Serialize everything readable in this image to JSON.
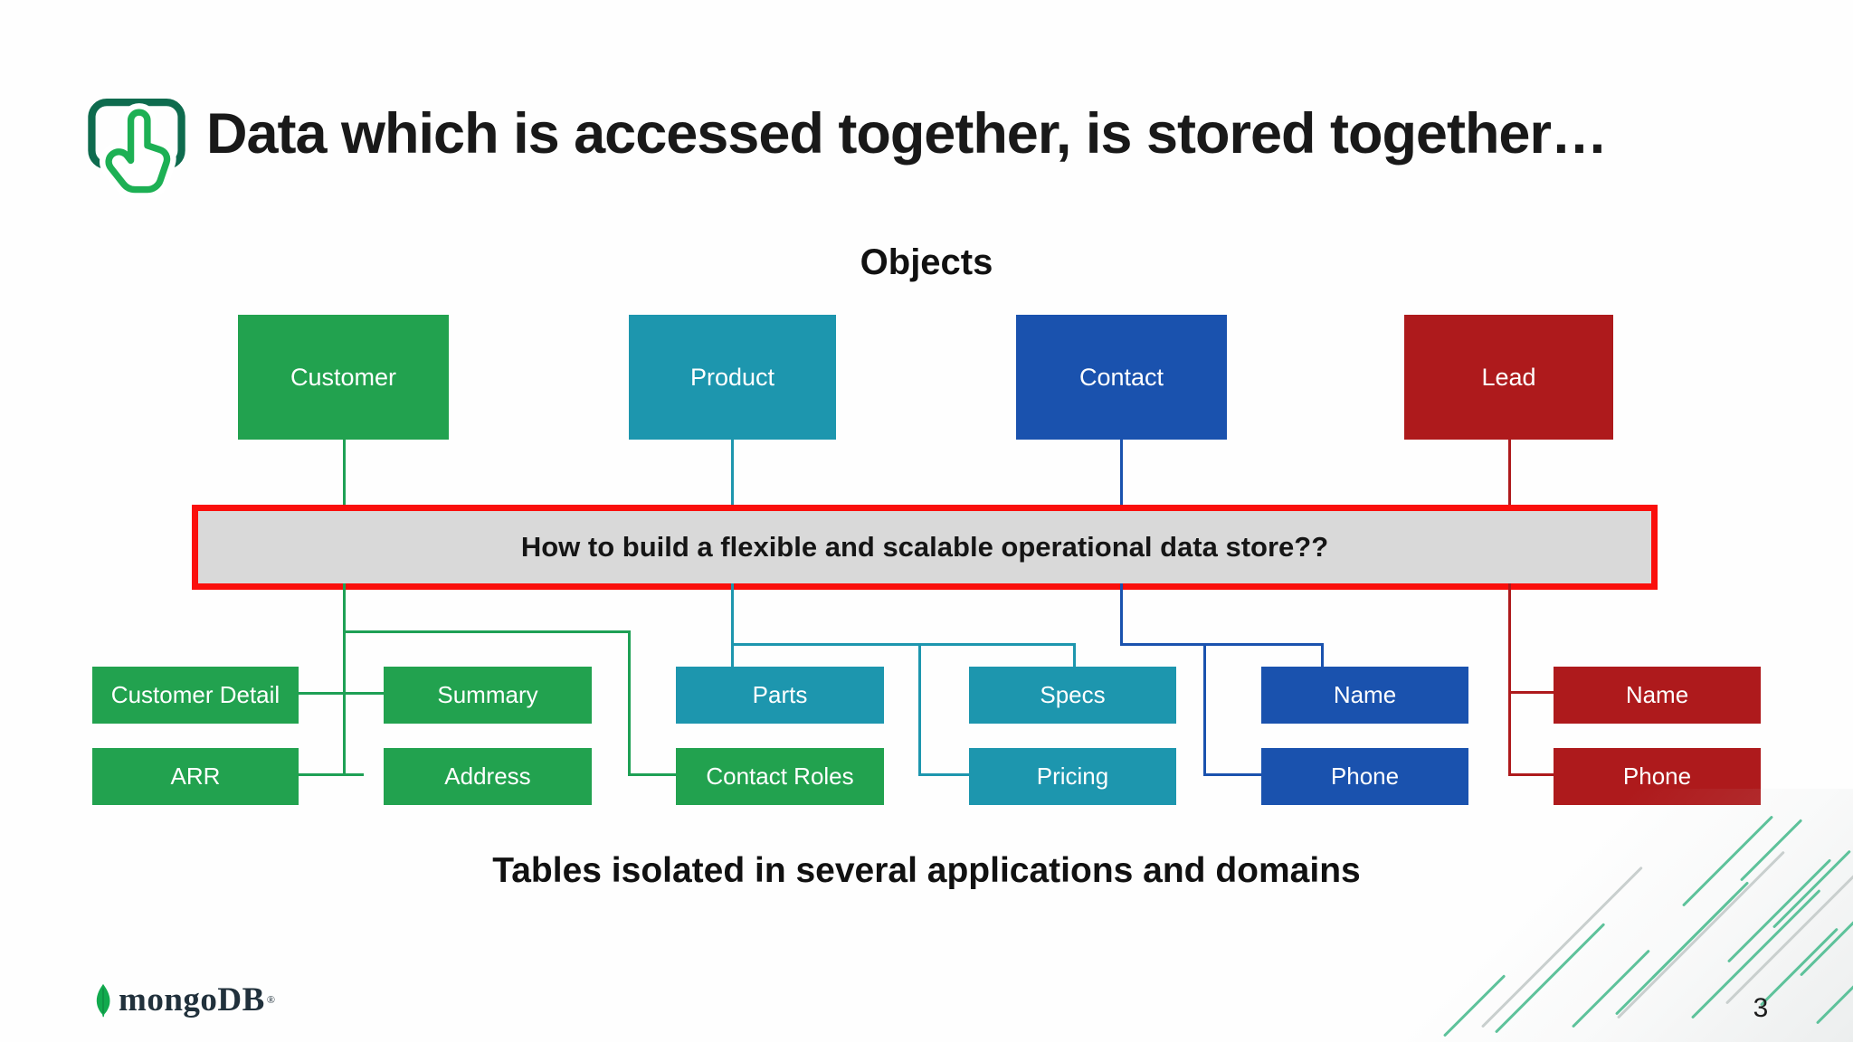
{
  "slide": {
    "title": "Data which is accessed together, is stored together…",
    "section_top_label": "Objects",
    "question_banner": "How to build a flexible and scalable operational data store??",
    "section_bottom_label": "Tables isolated in several applications and domains",
    "page_number": "3"
  },
  "logo": {
    "wordmark": "mongoDB",
    "registered_mark": "®"
  },
  "icons": {
    "header_icon": "touch-click-icon",
    "logo_leaf": "mongodb-leaf-icon"
  },
  "colors": {
    "green": "#22a24f",
    "teal": "#1d96ae",
    "blue": "#1a52ae",
    "dark_red": "#ae1a1c",
    "banner_fill": "#d9d9d9",
    "banner_border": "#fa0f0c",
    "connector_green": "#1ea055",
    "decor_teal": "#5ec29b",
    "decor_gray": "#c9cfce"
  },
  "objects": [
    {
      "label": "Customer",
      "color": "#22a24f"
    },
    {
      "label": "Product",
      "color": "#1d96ae"
    },
    {
      "label": "Contact",
      "color": "#1a52ae"
    },
    {
      "label": "Lead",
      "color": "#ae1a1c"
    }
  ],
  "tables": [
    {
      "label": "Customer Detail",
      "color": "#22a24f"
    },
    {
      "label": "ARR",
      "color": "#22a24f"
    },
    {
      "label": "Summary",
      "color": "#22a24f"
    },
    {
      "label": "Address",
      "color": "#22a24f"
    },
    {
      "label": "Parts",
      "color": "#1d96ae"
    },
    {
      "label": "Contact Roles",
      "color": "#22a24f"
    },
    {
      "label": "Specs",
      "color": "#1d96ae"
    },
    {
      "label": "Pricing",
      "color": "#1d96ae"
    },
    {
      "label": "Name",
      "color": "#1a52ae"
    },
    {
      "label": "Phone",
      "color": "#1a52ae"
    },
    {
      "label": "Name",
      "color": "#ae1a1c"
    },
    {
      "label": "Phone",
      "color": "#ae1a1c"
    }
  ]
}
